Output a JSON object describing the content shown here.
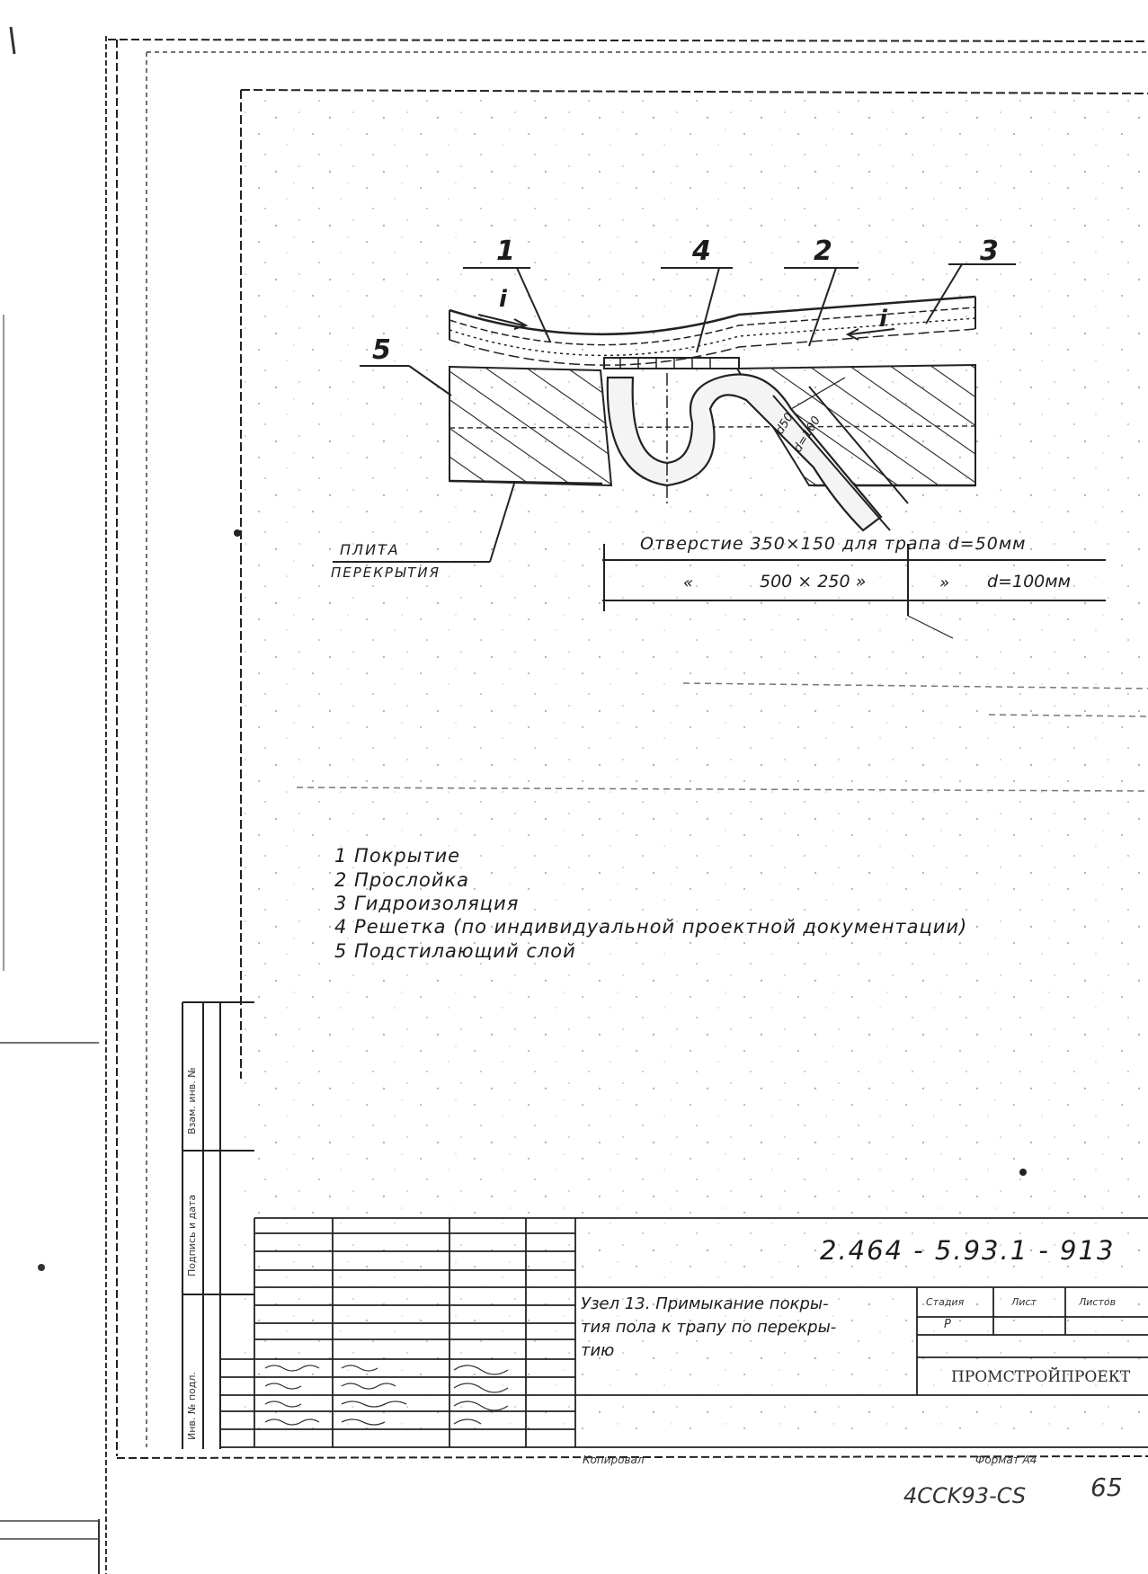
{
  "drawing": {
    "callouts": [
      "1",
      "4",
      "2",
      "3",
      "5"
    ],
    "slope_mark": "i",
    "pipe_label_1": "d50",
    "pipe_label_2": "d=100",
    "slab_label_1": "ПЛИТА",
    "slab_label_2": "ПЕРЕКРЫТИЯ",
    "opening_row_1": "Отверстие 350×150 для трапа d=50мм",
    "opening_row_2_a": "«",
    "opening_row_2_b": "500 × 250 »",
    "opening_row_2_c": "»",
    "opening_row_2_d": "d=100мм"
  },
  "legend": [
    "1 Покрытие",
    "2 Прослойка",
    "3 Гидроизоляция",
    "4 Решетка (по индивидуальной проектной документации)",
    "5 Подстилающий слой"
  ],
  "side_stamp": {
    "col1": "Взам. инв. №",
    "col2": "Подпись и дата",
    "col3": "Инв. № подл."
  },
  "title_block": {
    "code": "2.464 - 5.93.1 - 913",
    "title_line_1": "Узел 13. Примыкание покры-",
    "title_line_2": "тия пола к трапу по перекры-",
    "title_line_3": "тию",
    "stage_header": "Стадия",
    "sheet_header": "Лист",
    "sheets_header": "Листов",
    "stage_value": "Р",
    "org": "ПРОМСТРОЙПРОЕКТ",
    "copied": "Копировал",
    "format": "Формат А4",
    "handwritten_number": "4CCK93-CS",
    "page_number": "65"
  }
}
